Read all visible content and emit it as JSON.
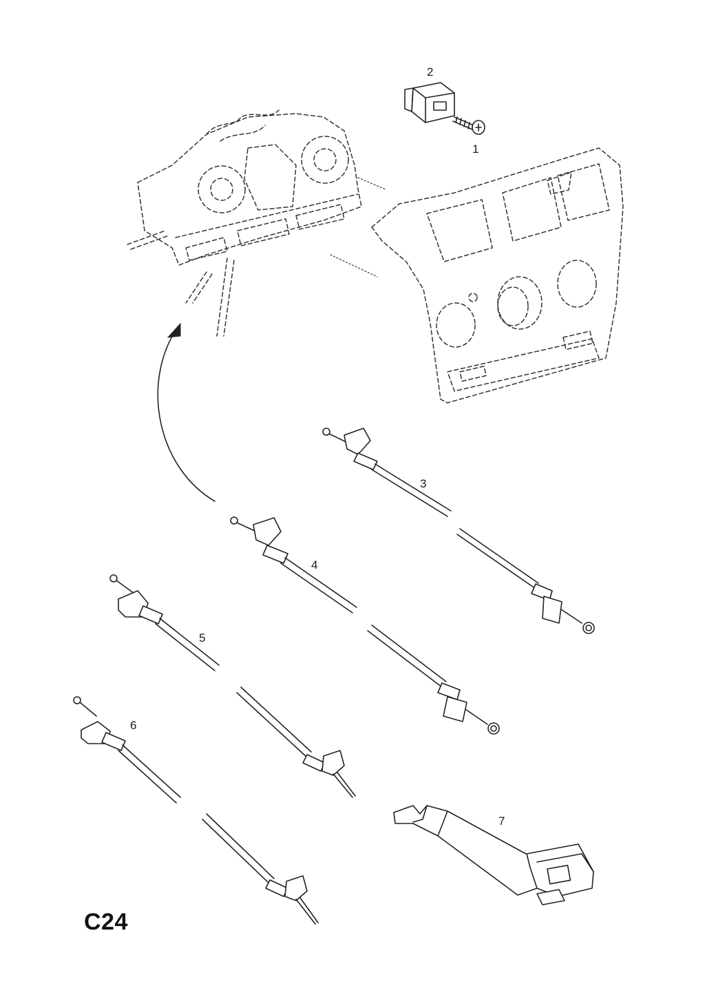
{
  "diagram": {
    "page_code": "C24",
    "callouts": [
      {
        "id": "1",
        "label": "1"
      },
      {
        "id": "2",
        "label": "2"
      },
      {
        "id": "3",
        "label": "3"
      },
      {
        "id": "4",
        "label": "4"
      },
      {
        "id": "5",
        "label": "5"
      },
      {
        "id": "6",
        "label": "6"
      },
      {
        "id": "7",
        "label": "7"
      }
    ],
    "colors": {
      "line": "#222222",
      "background": "#ffffff"
    }
  }
}
